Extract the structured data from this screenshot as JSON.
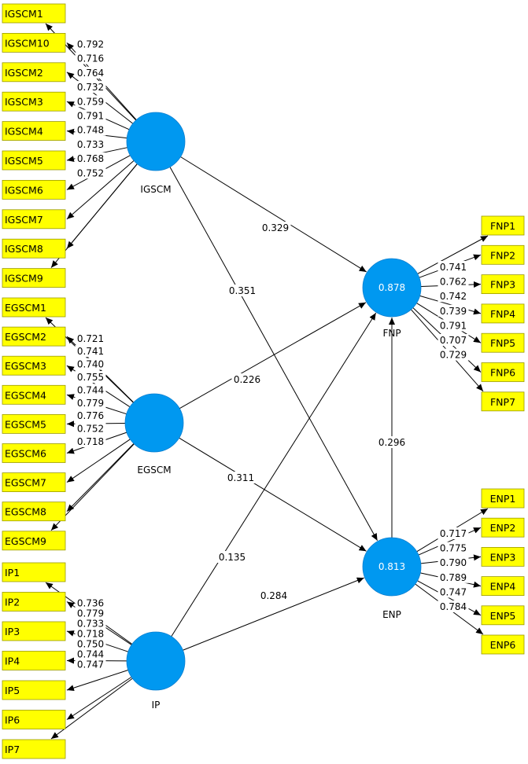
{
  "latent_variables": [
    {
      "id": "IGSCM",
      "name": "IGSCM",
      "r_squared": ""
    },
    {
      "id": "EGSCM",
      "name": "EGSCM",
      "r_squared": ""
    },
    {
      "id": "IP",
      "name": "IP",
      "r_squared": ""
    },
    {
      "id": "FNP",
      "name": "FNP",
      "r_squared": "0.878"
    },
    {
      "id": "ENP",
      "name": "ENP",
      "r_squared": "0.813"
    }
  ],
  "path_coefficients": [
    {
      "from": "IGSCM",
      "to": "FNP",
      "value": "0.329"
    },
    {
      "from": "IGSCM",
      "to": "ENP",
      "value": "0.351"
    },
    {
      "from": "EGSCM",
      "to": "FNP",
      "value": "0.226"
    },
    {
      "from": "EGSCM",
      "to": "ENP",
      "value": "0.311"
    },
    {
      "from": "IP",
      "to": "FNP",
      "value": "0.135"
    },
    {
      "from": "IP",
      "to": "ENP",
      "value": "0.284"
    },
    {
      "from": "ENP",
      "to": "FNP",
      "value": "0.296"
    }
  ],
  "indicator_groups": [
    {
      "latent": "IGSCM",
      "side": "left",
      "indicators": [
        {
          "name": "IGSCM1",
          "loading": ""
        },
        {
          "name": "IGSCM10",
          "loading": "0.792"
        },
        {
          "name": "IGSCM2",
          "loading": "0.716"
        },
        {
          "name": "IGSCM3",
          "loading": "0.764"
        },
        {
          "name": "IGSCM4",
          "loading": "0.732"
        },
        {
          "name": "IGSCM5",
          "loading": "0.759"
        },
        {
          "name": "IGSCM6",
          "loading": "0.791"
        },
        {
          "name": "IGSCM7",
          "loading": "0.748"
        },
        {
          "name": "IGSCM8",
          "loading": "0.733"
        },
        {
          "name": "IGSCM9",
          "loading": "0.768"
        }
      ],
      "extra_loading": "0.752"
    },
    {
      "latent": "EGSCM",
      "side": "left",
      "indicators": [
        {
          "name": "EGSCM1",
          "loading": ""
        },
        {
          "name": "EGSCM2",
          "loading": "0.721"
        },
        {
          "name": "EGSCM3",
          "loading": "0.741"
        },
        {
          "name": "EGSCM4",
          "loading": "0.740"
        },
        {
          "name": "EGSCM5",
          "loading": "0.755"
        },
        {
          "name": "EGSCM6",
          "loading": "0.744"
        },
        {
          "name": "EGSCM7",
          "loading": "0.779"
        },
        {
          "name": "EGSCM8",
          "loading": "0.776"
        },
        {
          "name": "EGSCM9",
          "loading": "0.752"
        }
      ],
      "extra_loading": "0.718"
    },
    {
      "latent": "IP",
      "side": "left",
      "indicators": [
        {
          "name": "IP1",
          "loading": ""
        },
        {
          "name": "IP2",
          "loading": "0.736"
        },
        {
          "name": "IP3",
          "loading": "0.779"
        },
        {
          "name": "IP4",
          "loading": "0.733"
        },
        {
          "name": "IP5",
          "loading": "0.718"
        },
        {
          "name": "IP6",
          "loading": "0.750"
        },
        {
          "name": "IP7",
          "loading": "0.744"
        }
      ],
      "extra_loading": "0.747"
    },
    {
      "latent": "FNP",
      "side": "right",
      "indicators": [
        {
          "name": "FNP1",
          "loading": "0.741"
        },
        {
          "name": "FNP2",
          "loading": "0.762"
        },
        {
          "name": "FNP3",
          "loading": "0.742"
        },
        {
          "name": "FNP4",
          "loading": "0.739"
        },
        {
          "name": "FNP5",
          "loading": "0.791"
        },
        {
          "name": "FNP6",
          "loading": "0.707"
        },
        {
          "name": "FNP7",
          "loading": "0.729"
        }
      ]
    },
    {
      "latent": "ENP",
      "side": "right",
      "indicators": [
        {
          "name": "ENP1",
          "loading": "0.717"
        },
        {
          "name": "ENP2",
          "loading": "0.775"
        },
        {
          "name": "ENP3",
          "loading": "0.790"
        },
        {
          "name": "ENP4",
          "loading": "0.789"
        },
        {
          "name": "ENP5",
          "loading": "0.747"
        },
        {
          "name": "ENP6",
          "loading": "0.784"
        }
      ]
    }
  ]
}
